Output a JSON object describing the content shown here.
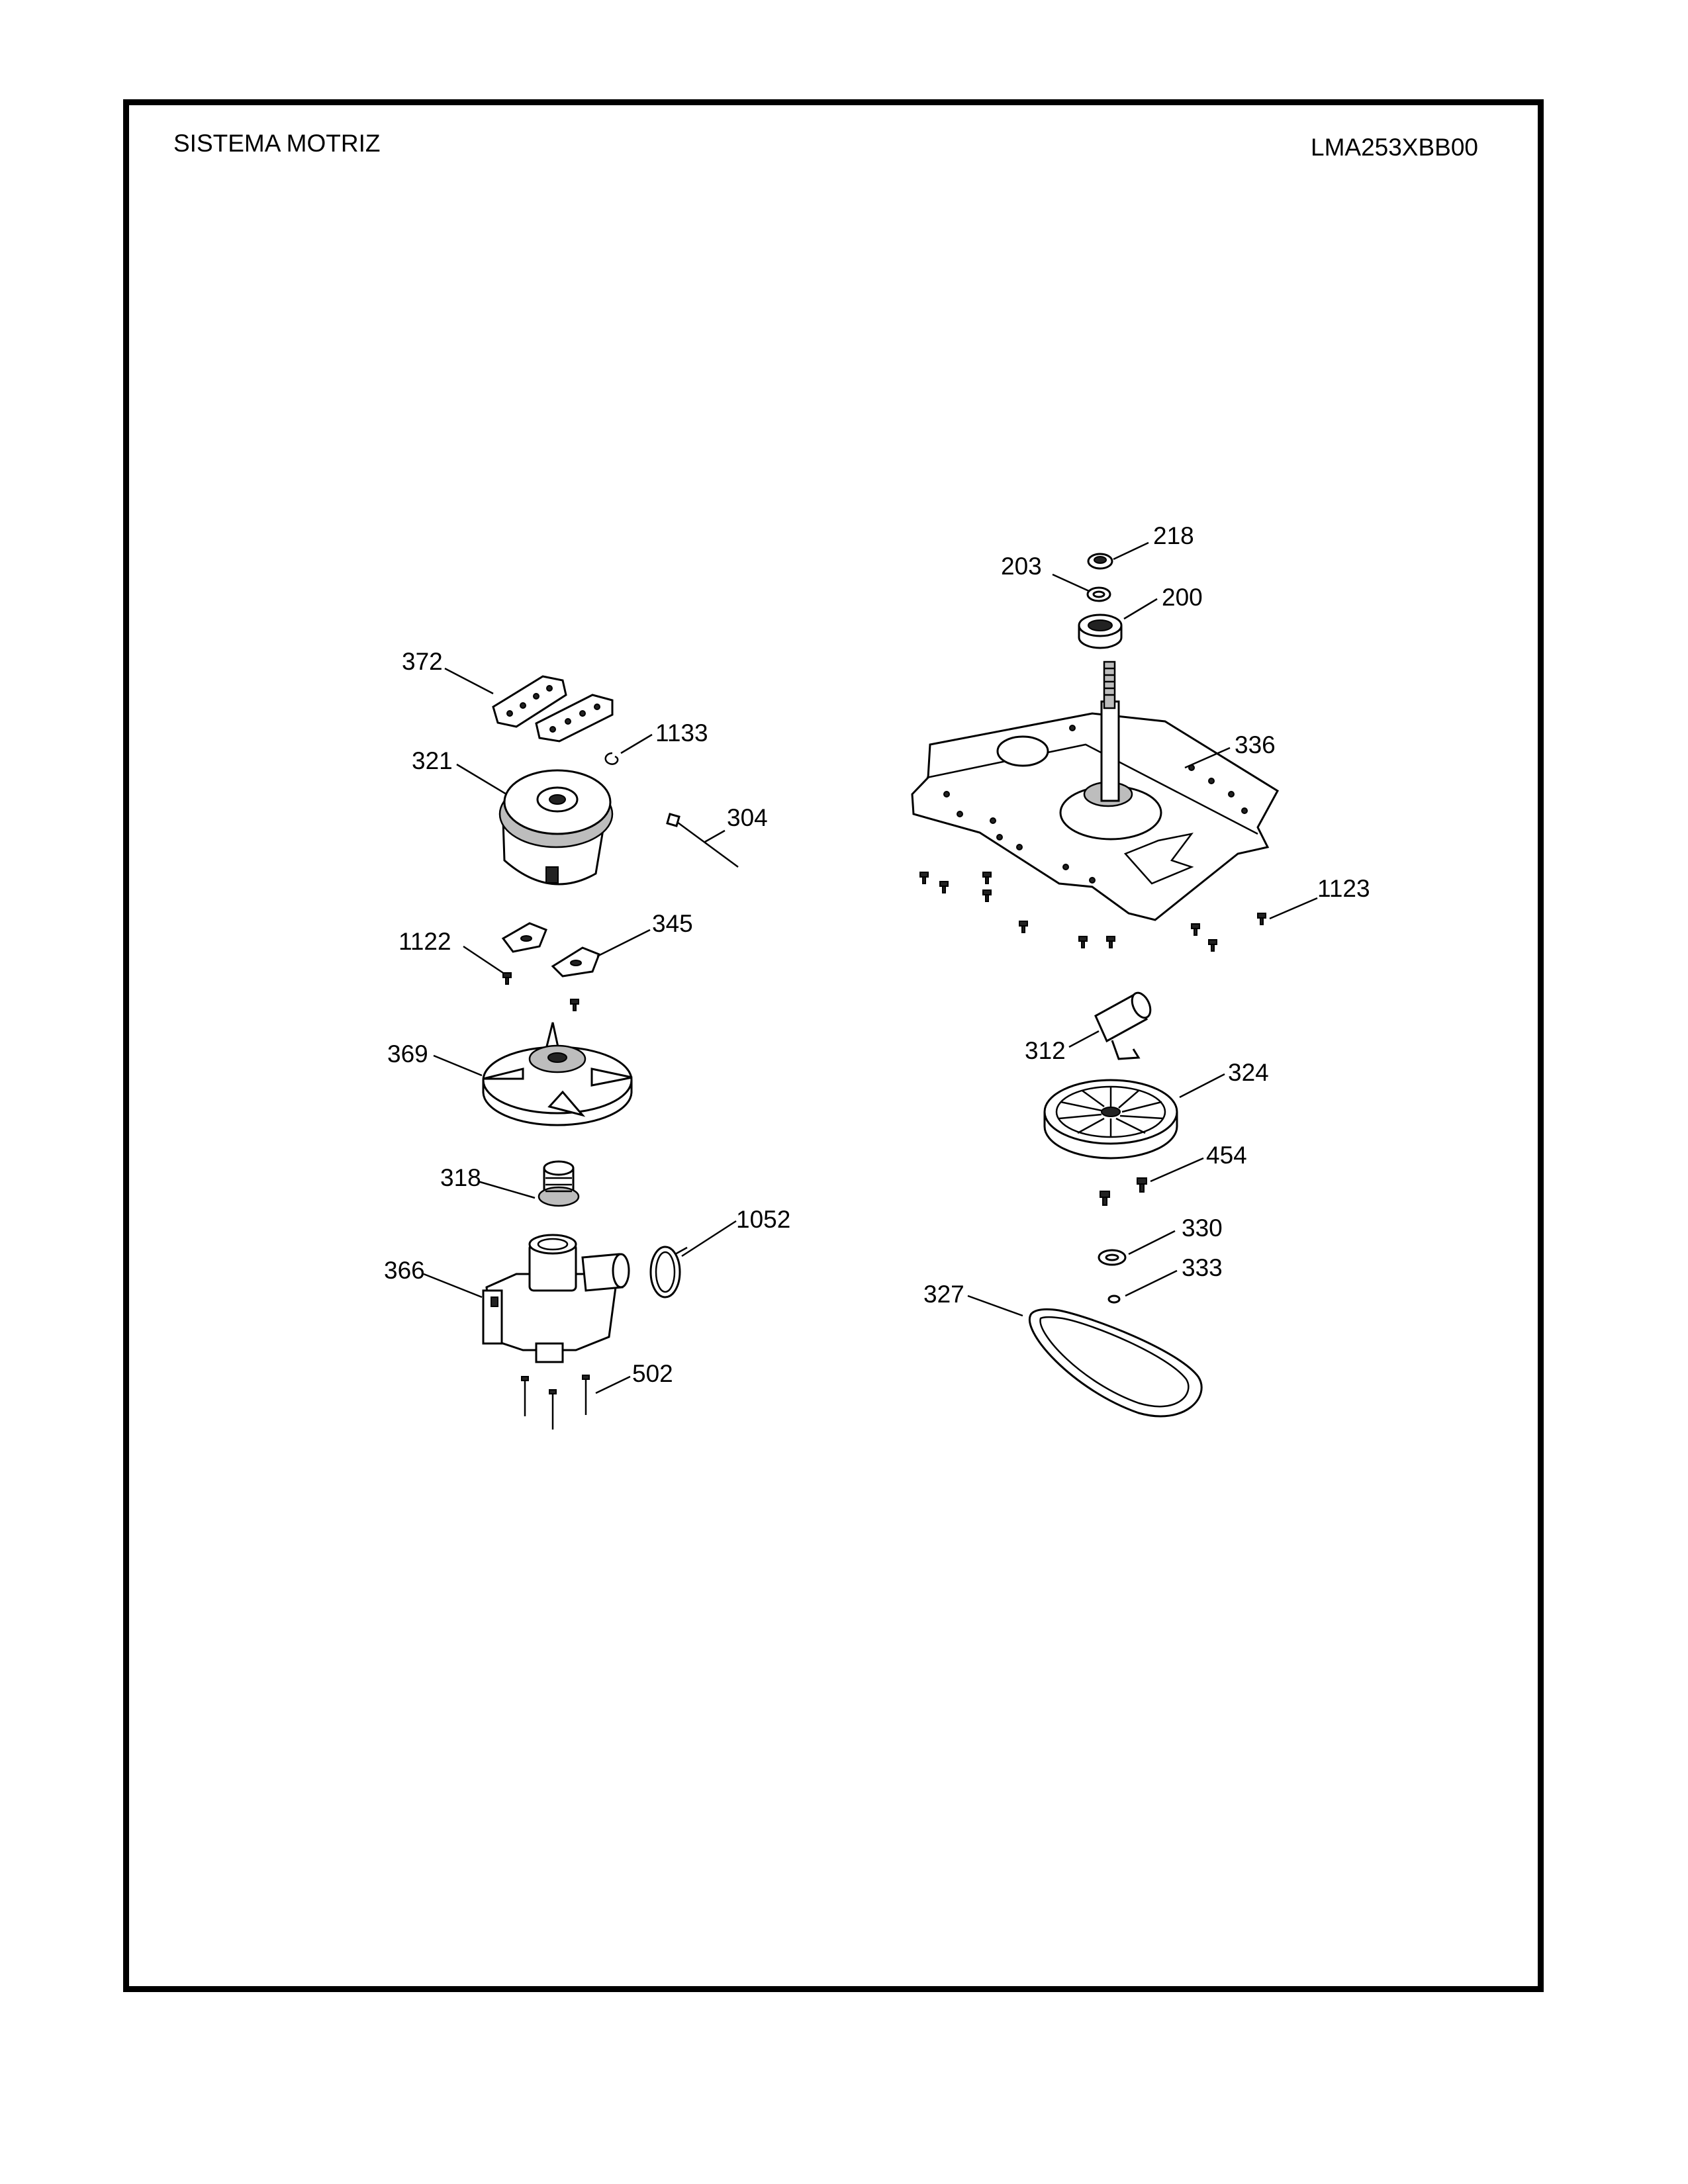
{
  "header": {
    "title": "SISTEMA MOTRIZ",
    "model": "LMA253XBB00"
  },
  "callouts": {
    "c218": "218",
    "c203": "203",
    "c200": "200",
    "c336": "336",
    "c1123": "1123",
    "c312": "312",
    "c324": "324",
    "c454": "454",
    "c330": "330",
    "c333": "333",
    "c327": "327",
    "c372": "372",
    "c1133": "1133",
    "c321": "321",
    "c304": "304",
    "c345": "345",
    "c1122": "1122",
    "c369": "369",
    "c318": "318",
    "c1052": "1052",
    "c366": "366",
    "c502": "502"
  }
}
